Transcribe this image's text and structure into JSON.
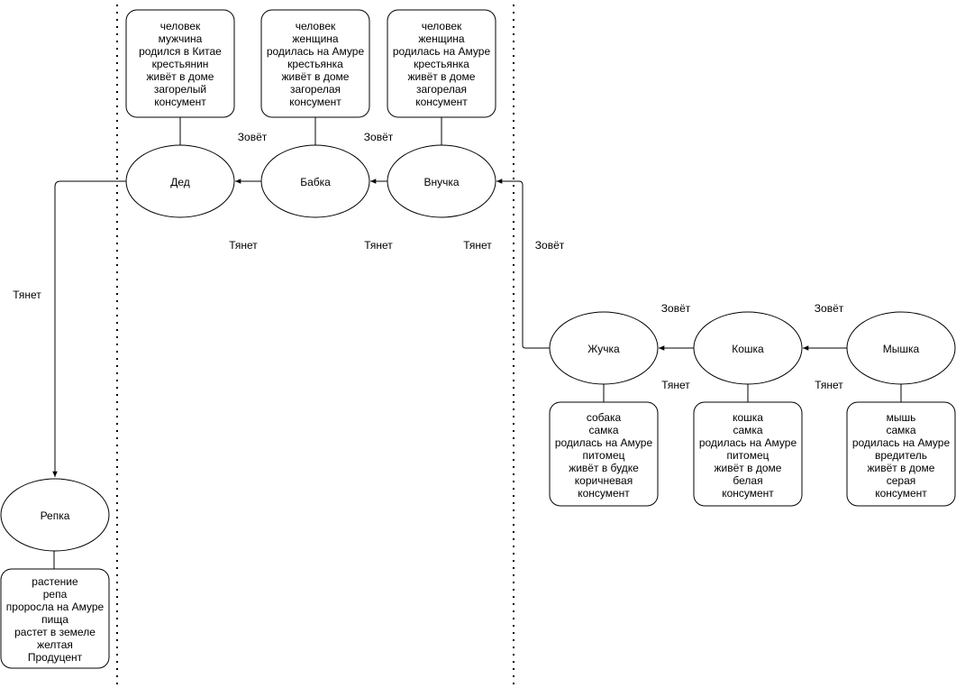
{
  "colors": {
    "stroke": "#000000",
    "fill": "#ffffff",
    "text": "#000000"
  },
  "nodes": {
    "ded": {
      "label": "Дед"
    },
    "babka": {
      "label": "Бабка"
    },
    "vnuchka": {
      "label": "Внучка"
    },
    "zhuchka": {
      "label": "Жучка"
    },
    "koshka": {
      "label": "Кошка"
    },
    "myshka": {
      "label": "Мышка"
    },
    "repka": {
      "label": "Репка"
    }
  },
  "cards": {
    "ded": [
      "человек",
      "мужчина",
      "родился в Китае",
      "крестьянин",
      "живёт в доме",
      "загорелый",
      "консумент"
    ],
    "babka": [
      "человек",
      "женщина",
      "родилась на Амуре",
      "крестьянка",
      "живёт в доме",
      "загорелая",
      "консумент"
    ],
    "vnuchka": [
      "человек",
      "женщина",
      "родилась на Амуре",
      "крестьянка",
      "живёт в доме",
      "загорелая",
      "консумент"
    ],
    "zhuchka": [
      "собака",
      "самка",
      "родилась на Амуре",
      "питомец",
      "живёт в будке",
      "коричневая",
      "консумент"
    ],
    "koshka": [
      "кошка",
      "самка",
      "родилась на Амуре",
      "питомец",
      "живёт в доме",
      "белая",
      "консумент"
    ],
    "myshka": [
      "мышь",
      "самка",
      "родилась на Амуре",
      "вредитель",
      "живёт в доме",
      "серая",
      "консумент"
    ],
    "repka": [
      "растение",
      "репа",
      "проросла на Амуре",
      "пища",
      "растет в земеле",
      "желтая",
      "Продуцент"
    ]
  },
  "edge_labels": {
    "call_babka_ded": "Зовёт",
    "call_vnuchka_babka": "Зовёт",
    "call_zhuchka_vnuchka": "Зовёт",
    "call_koshka_zhuchka": "Зовёт",
    "call_myshka_koshka": "Зовёт",
    "pull_babka": "Тянет",
    "pull_vnuchka": "Тянет",
    "pull_vnuchka2": "Тянет",
    "pull_ded_repka": "Тянет",
    "pull_koshka": "Тянет",
    "pull_myshka": "Тянет"
  }
}
